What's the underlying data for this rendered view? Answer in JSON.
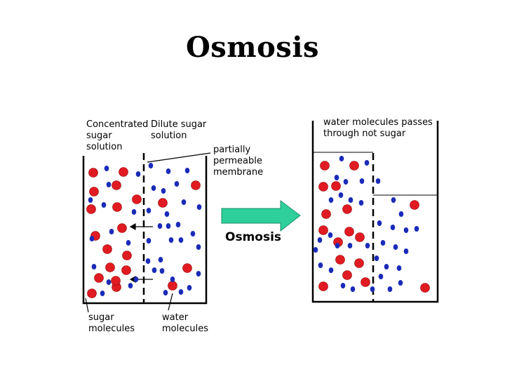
{
  "title": "Osmosis",
  "labels": {
    "concentrated": "Concentrated\nsugar\nsolution",
    "dilute": "Dilute sugar\nsolution",
    "membrane": "partially\npermeable\nmembrane",
    "sugar_molecules": "sugar\nmolecules",
    "water_molecules": "water\nmolecules",
    "passes": "water molecules passes\nthrough not sugar",
    "process": "Osmosis"
  },
  "colors": {
    "sugar": "#e11b22",
    "water": "#1a2bb8",
    "arrow": "#2ecf9b"
  }
}
